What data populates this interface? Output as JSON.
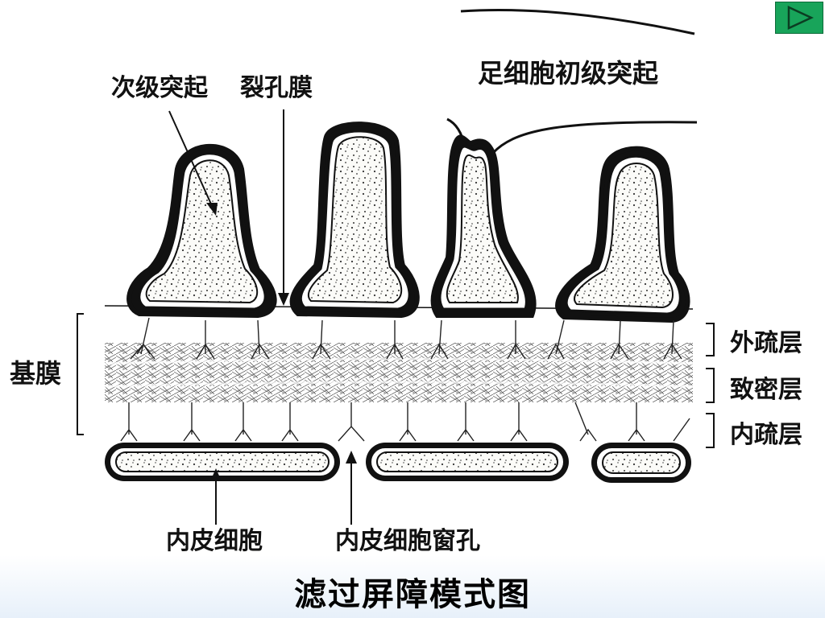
{
  "diagram": {
    "labels": {
      "secondary_process": "次级突起",
      "slit_membrane": "裂孔膜",
      "podocyte_primary_process": "足细胞初级突起",
      "basement_membrane": "基膜",
      "lamina_rara_externa": "外疏层",
      "lamina_densa": "致密层",
      "lamina_rara_interna": "内疏层",
      "endothelial_cell": "内皮细胞",
      "endothelial_fenestra": "内皮细胞窗孔"
    }
  },
  "caption": "滤过屏障模式图",
  "controls": {
    "next_icon": "play-triangle-icon"
  },
  "colors": {
    "button": "#18a45a",
    "stroke": "#111111"
  }
}
